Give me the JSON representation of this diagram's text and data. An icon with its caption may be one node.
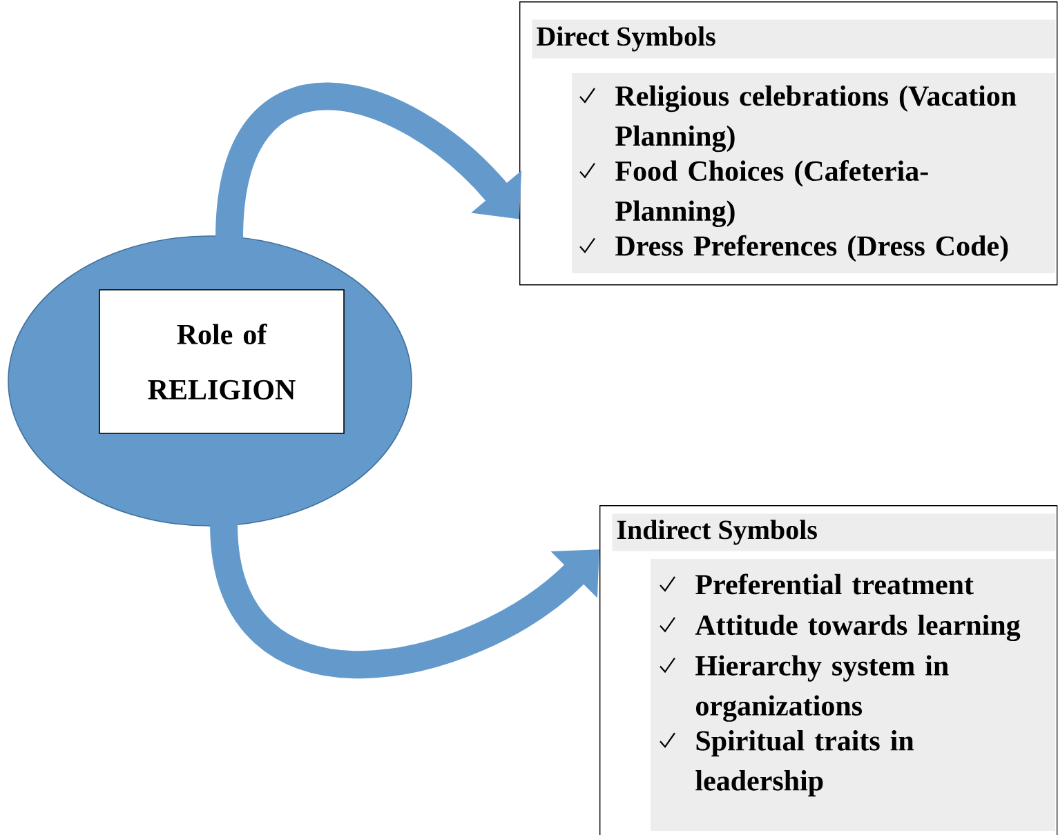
{
  "diagram": {
    "nodes": [
      {
        "text": [],
        "shape": "ellipse"
      },
      {
        "text": [
          "Role of RELIGION"
        ],
        "in": 0
      },
      {
        "text": [
          "Direct Symbols",
          "Religious celebrations (Vacation Planning)",
          "Food Choices (Cafeteria-Planning)",
          "Dress Preferences (Dress Code)"
        ]
      },
      {
        "text": [
          "Indirect Symbols",
          "Preferential treatment",
          "Attitude towards learning",
          "Hierarchy system in organizations",
          "Spiritual traits in leadership"
        ]
      }
    ],
    "edges": [
      {
        "from": 0,
        "to": 2,
        "arrow": "to"
      },
      {
        "from": 0,
        "to": 3,
        "arrow": "to"
      }
    ]
  }
}
